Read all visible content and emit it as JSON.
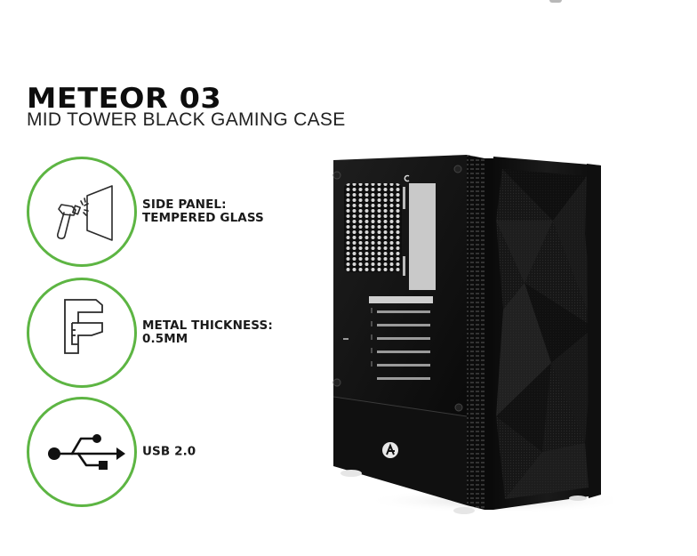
{
  "product": {
    "title": "METEOR 03",
    "subtitle": "MID TOWER BLACK GAMING CASE"
  },
  "features": [
    {
      "icon": "hammer-glass-icon",
      "line1": "SIDE PANEL:",
      "line2": "TEMPERED GLASS"
    },
    {
      "icon": "caliper-icon",
      "line1": "METAL THICKNESS:",
      "line2": "0.5MM"
    },
    {
      "icon": "usb-icon",
      "line1": "USB 2.0",
      "line2": ""
    }
  ],
  "colors": {
    "accent_ring": "#5db543",
    "case_body": "#111111",
    "background": "#ffffff",
    "text": "#1a1a1a"
  },
  "image": {
    "subject": "black mid tower PC case with tempered glass side panel and faceted mesh front panel",
    "logo": "brand-logo-icon"
  }
}
